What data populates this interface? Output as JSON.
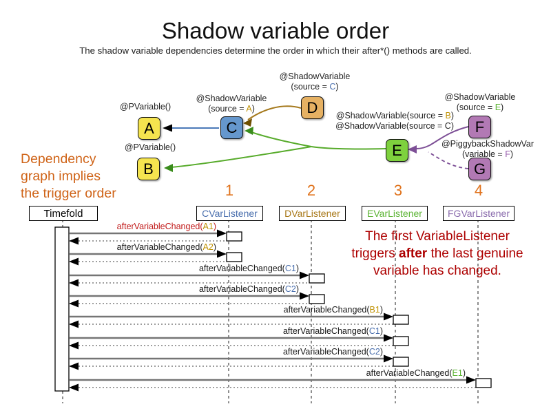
{
  "title": "Shadow variable order",
  "subtitle": "The shadow variable dependencies determine the order in which their after*() methods are called.",
  "note_left": {
    "line1": "Dependency",
    "line2": "graph implies",
    "line3": "the trigger order"
  },
  "callout": {
    "line1": "The first VariableListener",
    "line2_pre": "triggers ",
    "line2_bold": "after",
    "line2_post": " the last genuine",
    "line3": "variable has changed."
  },
  "graph": {
    "nodes": {
      "a": "A",
      "b": "B",
      "c": "C",
      "d": "D",
      "e": "E",
      "f": "F",
      "g": "G"
    },
    "annotations": {
      "a": "@PVariable()",
      "b": "@PVariable()",
      "c1": "@ShadowVariable",
      "c2_pre": "(source = ",
      "c2_arg": "A",
      "c2_post": ")",
      "d1": "@ShadowVariable",
      "d2_pre": "(source = ",
      "d2_arg": "C",
      "d2_post": ")",
      "f1": "@ShadowVariable",
      "f2_pre": "(source = ",
      "f2_arg": "E",
      "f2_post": ")",
      "e1_pre": "@ShadowVariable(source = ",
      "e1_arg": "B",
      "e1_post": ")",
      "e2": "@ShadowVariable(source = C)",
      "g1": "@PiggybackShadowVar",
      "g2_pre": "(variable = ",
      "g2_arg": "F",
      "g2_post": ")"
    }
  },
  "sequence": {
    "actor": "Timefold",
    "columns": [
      {
        "number": "1",
        "label": "CVarListener"
      },
      {
        "number": "2",
        "label": "DVarListener"
      },
      {
        "number": "3",
        "label": "EVarListener"
      },
      {
        "number": "4",
        "label": "FGVarListener"
      }
    ],
    "messages": [
      {
        "method": "afterVariableChanged(",
        "arg": "A1",
        "close": ")"
      },
      {
        "method": "afterVariableChanged(",
        "arg": "A2",
        "close": ")"
      },
      {
        "method": "afterVariableChanged(",
        "arg": "C1",
        "close": ")"
      },
      {
        "method": "afterVariableChanged(",
        "arg": "C2",
        "close": ")"
      },
      {
        "method": "afterVariableChanged(",
        "arg": "B1",
        "close": ")"
      },
      {
        "method": "afterVariableChanged(",
        "arg": "C1",
        "close": ")"
      },
      {
        "method": "afterVariableChanged(",
        "arg": "C2",
        "close": ")"
      },
      {
        "method": "afterVariableChanged(",
        "arg": "E1",
        "close": ")"
      }
    ]
  },
  "colors": {
    "node_yellow": "#f5e44f",
    "node_blue": "#6597cd",
    "node_tan": "#e6b163",
    "node_green": "#7ed13e",
    "node_purple": "#b279b4",
    "arg_gold": "#bf9000",
    "arg_blue": "#4a6fae",
    "arg_green": "#5cb434",
    "arg_purple": "#9a5fae",
    "edge_blue": "#4a79b8",
    "edge_brown": "#a5791c",
    "edge_green": "#57ab2b",
    "edge_purple": "#7d4f96",
    "note_orange": "#cf6317",
    "number_orange": "#e0731d",
    "callout_red": "#ad0000",
    "highlight_red": "#c01818"
  }
}
